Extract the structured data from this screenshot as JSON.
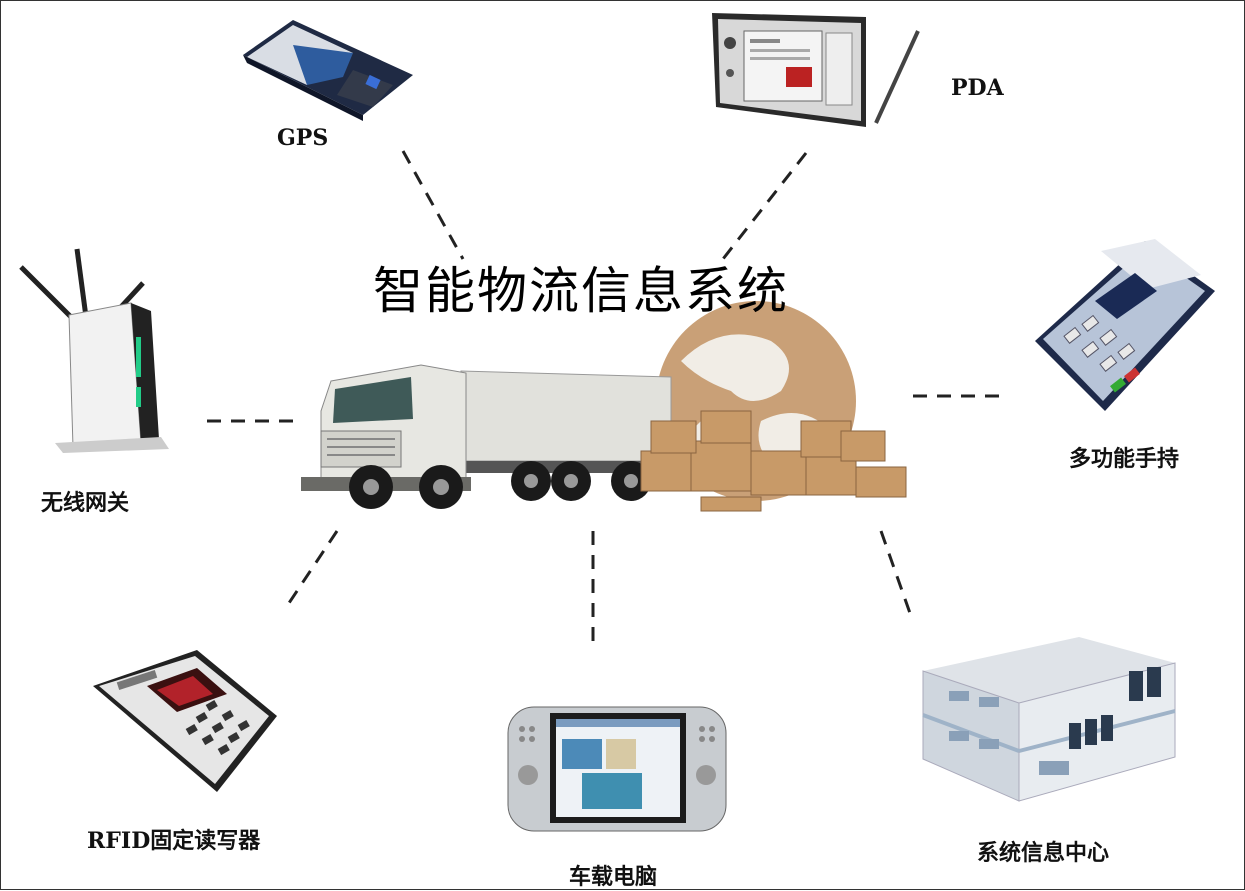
{
  "title": "智能物流信息系统",
  "nodes": {
    "gps": {
      "label": "GPS",
      "icon": "gps-card-icon"
    },
    "pda": {
      "label": "PDA",
      "icon": "pda-device-icon"
    },
    "wireless_gateway": {
      "label": "无线网关",
      "icon": "wireless-router-icon"
    },
    "handheld": {
      "label": "多功能手持",
      "icon": "handheld-terminal-icon"
    },
    "rfid_reader": {
      "label": "RFID固定读写器",
      "icon": "rfid-reader-icon"
    },
    "vehicle_pc": {
      "label": "车载电脑",
      "icon": "vehicle-computer-icon"
    },
    "info_center": {
      "label": "系统信息中心",
      "icon": "data-center-icon"
    }
  },
  "center": {
    "icon": "truck-globe-icon"
  },
  "colors": {
    "dash": "#222222",
    "box": "#c89a68",
    "globe": "#b88a5c",
    "truck": "#dcdcd8"
  }
}
